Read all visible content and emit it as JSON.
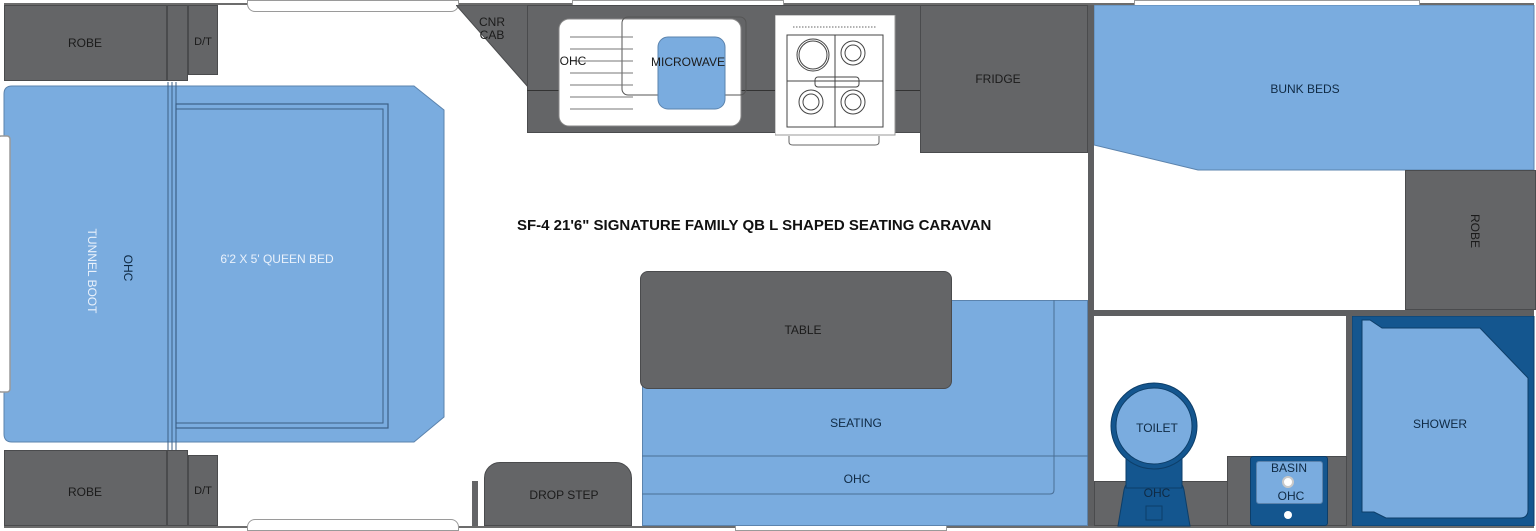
{
  "plan": {
    "title": "SF-4 21'6\" SIGNATURE FAMILY QB L SHAPED SEATING CARAVAN",
    "colors": {
      "cabinet": "#646567",
      "furniture_blue": "#7aacdf",
      "bathroom_dark_blue": "#14568f",
      "background": "#ffffff"
    },
    "front": {
      "robe_top": "ROBE",
      "dt_top": "D/T",
      "robe_bottom": "ROBE",
      "dt_bottom": "D/T",
      "tunnel_boot": "TUNNEL BOOT",
      "ohc": "OHC",
      "queen_bed": "6'2 X 5' QUEEN BED"
    },
    "kitchen": {
      "cnr_cab_line1": "CNR",
      "cnr_cab_line2": "CAB",
      "ohc": "OHC",
      "microwave": "MICROWAVE",
      "fridge": "FRIDGE"
    },
    "dinette": {
      "table": "TABLE",
      "seating": "SEATING",
      "ohc": "OHC",
      "drop_step": "DROP STEP"
    },
    "rear": {
      "bunk_beds": "BUNK BEDS",
      "robe": "ROBE",
      "toilet": "TOILET",
      "toilet_ohc": "OHC",
      "basin": "BASIN",
      "basin_ohc": "OHC",
      "shower": "SHOWER"
    }
  }
}
